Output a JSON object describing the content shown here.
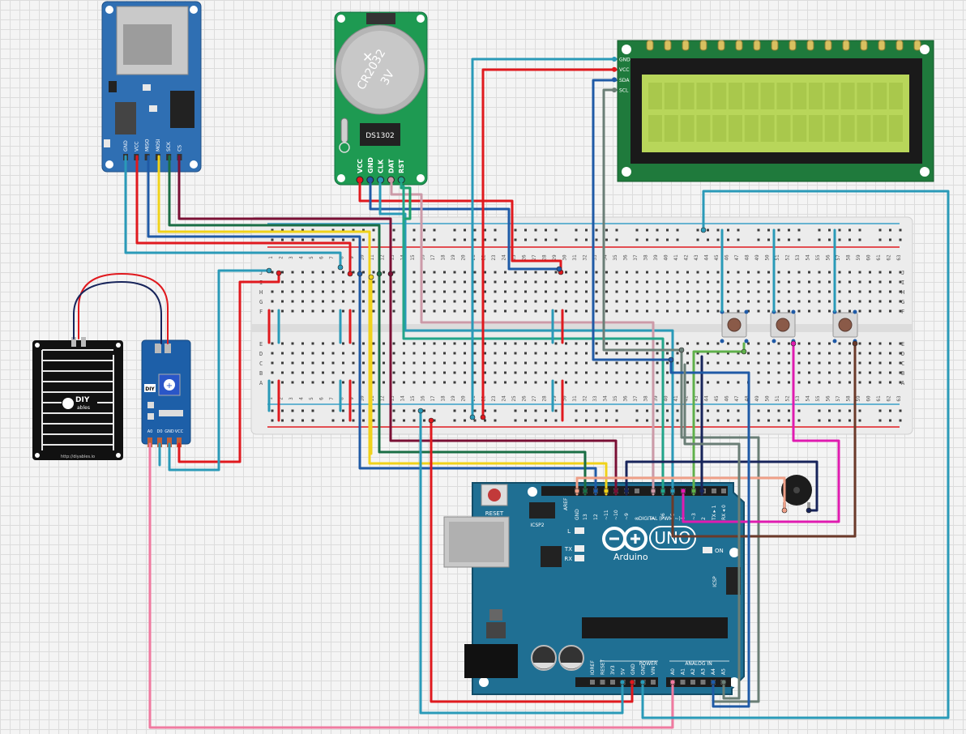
{
  "sd_module": {
    "pins": [
      "GND",
      "VCC",
      "MISO",
      "MOSI",
      "SCK",
      "CS"
    ]
  },
  "rtc_module": {
    "battery": [
      "CR2032",
      "3V"
    ],
    "chip": "DS1302",
    "pins": [
      "VCC",
      "GND",
      "CLK",
      "DAT",
      "RST"
    ]
  },
  "lcd_module": {
    "pins": [
      "GND",
      "VCC",
      "SDA",
      "SCL"
    ]
  },
  "breadboard": {
    "row_letters_top": [
      "J",
      "I",
      "H",
      "G",
      "F"
    ],
    "row_letters_bottom": [
      "E",
      "D",
      "C",
      "B",
      "A"
    ],
    "column_count": 63
  },
  "rain_sensor": {
    "plate_logo": "DIY",
    "plate_logo_sub": "ables",
    "plate_url": "http://diyables.io",
    "module_logo": "DIY",
    "module_pins": [
      "A0",
      "D0",
      "GND",
      "VCC"
    ]
  },
  "arduino": {
    "brand": "Arduino",
    "model": "UNO",
    "reset_label": "RESET",
    "icsp2_label": "ICSP2",
    "icsp_label": "ICSP",
    "led_l": "L",
    "led_tx": "TX",
    "led_rx": "RX",
    "led_on": "ON",
    "digital_label": "DIGITAL (PWM ~)",
    "power_label": "POWER",
    "analog_label": "ANALOG IN",
    "digital_pins": [
      "GND",
      "13",
      "12",
      "~11",
      "~10",
      "~9",
      "8",
      "7",
      "~6",
      "~5",
      "4",
      "~3",
      "2",
      "TX ▸ 1",
      "RX ◂ 0"
    ],
    "aref": "AREF",
    "power_pins": [
      "IOREF",
      "RESET",
      "3V3",
      "5V",
      "GND",
      "GND",
      "VIN"
    ],
    "analog_pins": [
      "A0",
      "A1",
      "A2",
      "A3",
      "A4",
      "A5"
    ]
  },
  "colors": {
    "board_blue": "#2b7a9c",
    "lcd_green": "#1f7a3c",
    "lcd_screen": "#b8d65a",
    "rtc_green": "#1e9a52",
    "wire_red": "#e0191e",
    "wire_blue": "#1f5aa6",
    "wire_cyan": "#2a9ab8",
    "wire_yellow": "#f0d21a",
    "wire_darkgreen": "#1a6e45",
    "wire_maroon": "#7a1035",
    "wire_pink": "#f07aa0",
    "wire_magenta": "#e01bb0",
    "wire_brown": "#6b3a2a",
    "wire_navy": "#17245a",
    "wire_gray": "#6a7e76",
    "wire_salmon": "#f0a088",
    "wire_lightgreen": "#5fb04a",
    "wire_lilac": "#cc9aa8"
  }
}
